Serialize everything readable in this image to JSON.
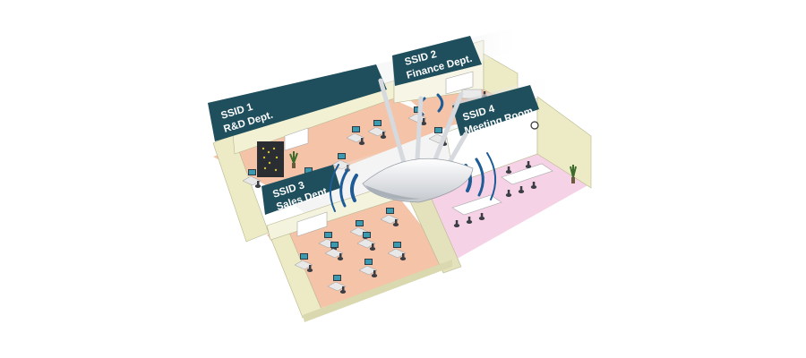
{
  "banners": [
    {
      "id": "rd",
      "title": "SSID 1",
      "subtitle": "R&D Dept."
    },
    {
      "id": "finance",
      "title": "SSID 2",
      "subtitle": "Finance Dept."
    },
    {
      "id": "sales",
      "title": "SSID 3",
      "subtitle": "Sales  Dept."
    },
    {
      "id": "meeting",
      "title": "SSID 4",
      "subtitle": "Meeting Room"
    }
  ],
  "colors": {
    "banner": "#1f4e5c",
    "wall": "#ecebc6",
    "wall_shade": "#d9d8ae",
    "floor_salmon": "#f4c3a8",
    "floor_pink": "#f6d2e6",
    "floor_white": "#f4f4f4",
    "signal": "#1d5c96",
    "router": "#f2f3f5"
  }
}
